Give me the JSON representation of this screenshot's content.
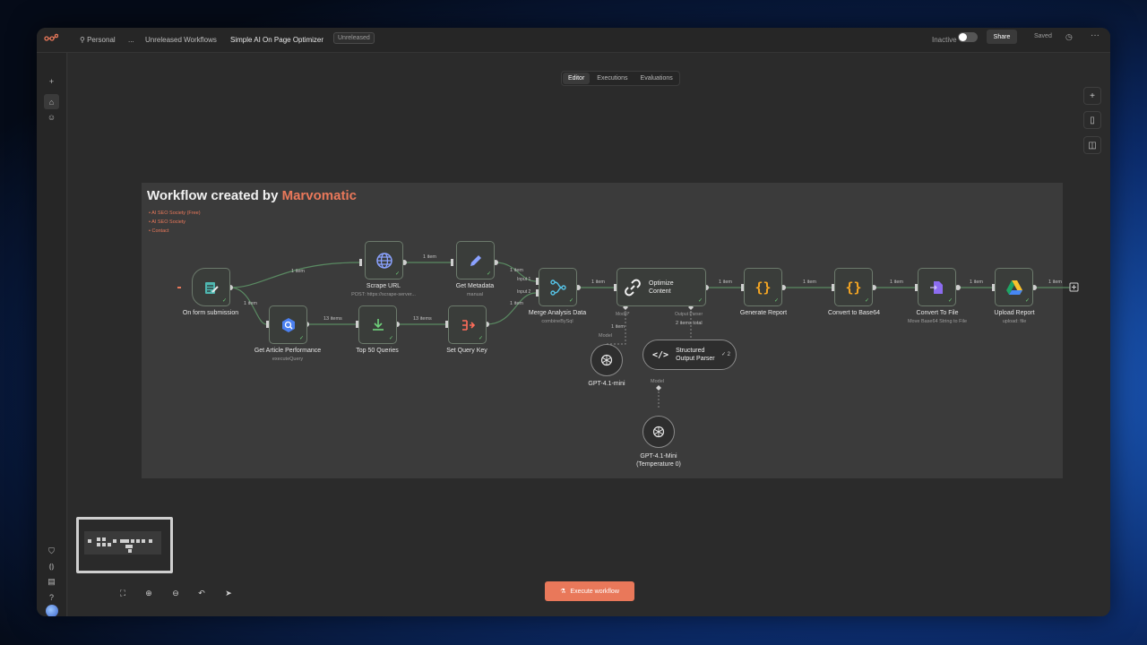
{
  "header": {
    "personal": "Personal",
    "ellipsis": "...",
    "folder": "Unreleased Workflows",
    "title": "Simple AI On Page Optimizer",
    "tag": "Unreleased",
    "inactive_label": "Inactive",
    "share_label": "Share",
    "saved_label": "Saved"
  },
  "tabs": [
    "Editor",
    "Executions",
    "Evaluations"
  ],
  "note": {
    "title_prefix": "Workflow created by ",
    "title_accent": "Marvomatic",
    "links": [
      "AI SEO Society (Free)",
      "AI SEO Society",
      "Contact"
    ]
  },
  "nodes": {
    "form": {
      "label": "On form submission"
    },
    "scrape": {
      "label": "Scrape URL",
      "sub": "POST: https://scrape-server..."
    },
    "metadata": {
      "label": "Get Metadata",
      "sub": "manual"
    },
    "gsc": {
      "label": "Get Article Performance",
      "sub": "executeQuery"
    },
    "top50": {
      "label": "Top 50 Queries"
    },
    "setkey": {
      "label": "Set Query Key"
    },
    "merge": {
      "label": "Merge Analysis Data",
      "sub": "combineBySql",
      "input1": "Input 1",
      "input2": "Input 2"
    },
    "optimize": {
      "label": "Optimize Content",
      "model_port": "Model*",
      "parser_port": "Output Parser"
    },
    "report": {
      "label": "Generate Report"
    },
    "b64": {
      "label": "Convert to Base64"
    },
    "tofile": {
      "label": "Convert To File",
      "sub": "Move Base64 String to File"
    },
    "upload": {
      "label": "Upload Report",
      "sub": "upload: file"
    },
    "gpt1": {
      "label": "GPT-4.1-mini",
      "port": "Model"
    },
    "parser": {
      "label": "Structured Output Parser",
      "port": "Model",
      "count": "2"
    },
    "gpt2": {
      "label": "GPT-4.1-Mini (Temperature 0)"
    }
  },
  "edges": {
    "e1": "1 item",
    "e2": "1 item",
    "e3": "1 item",
    "e4": "1 item",
    "e5": "13 items",
    "e6": "13 items",
    "e7": "1 item",
    "e8": "1 item",
    "e9": "1 item",
    "e10": "1 item",
    "e11": "1 item",
    "e12": "1 item",
    "e13": "1 item",
    "e14": "1 item",
    "e15": "2 items total"
  },
  "bottom": {
    "execute_label": "Execute workflow"
  },
  "colors": {
    "accent": "#e9785a",
    "success": "#6fd27b",
    "node_border": "#6c7a6c"
  }
}
